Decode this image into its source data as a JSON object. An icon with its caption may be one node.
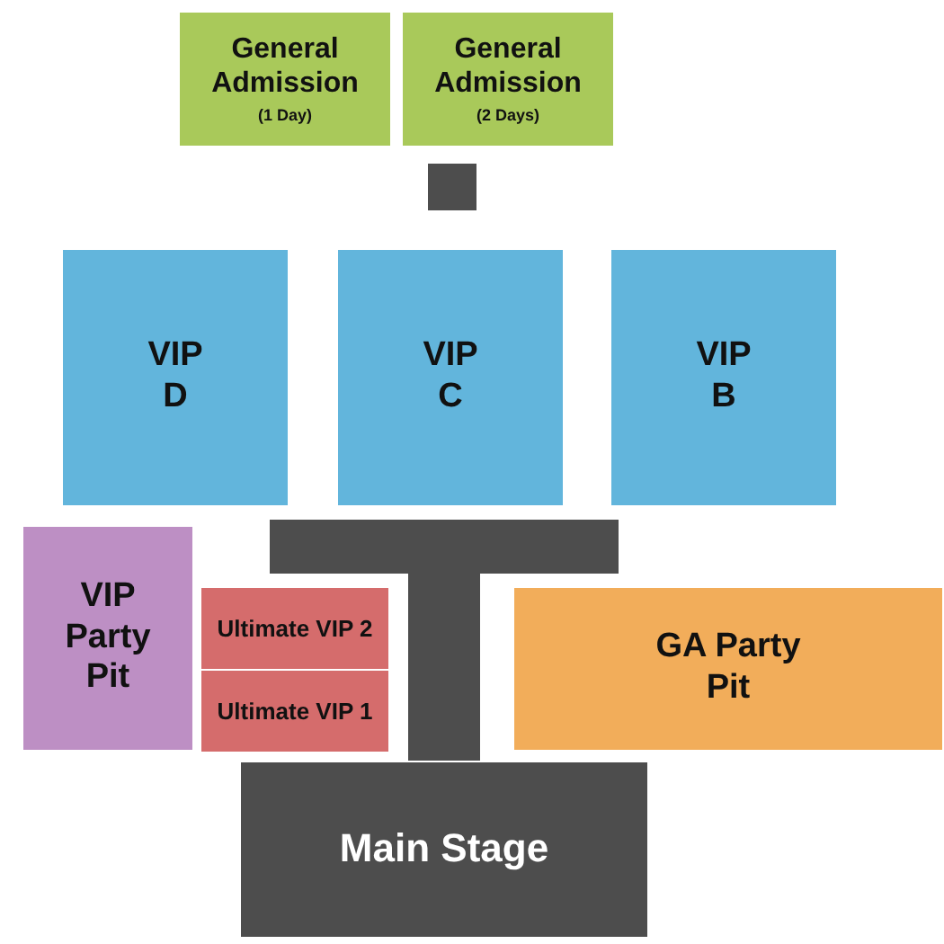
{
  "diagram": {
    "nodes": [
      {
        "text": [
          "General Admission",
          "(1 Day)"
        ]
      },
      {
        "text": [
          "General Admission",
          "(2 Days)"
        ]
      },
      {
        "text": [],
        "shape": "box"
      },
      {
        "text": [
          "VIP D"
        ]
      },
      {
        "text": [
          "VIP C"
        ]
      },
      {
        "text": [
          "VIP B"
        ]
      },
      {
        "text": [],
        "shape": "bar"
      },
      {
        "text": [
          "VIP Party Pit"
        ]
      },
      {
        "text": [
          "Ultimate VIP 2"
        ]
      },
      {
        "text": [
          "Ultimate VIP 1"
        ]
      },
      {
        "text": [
          "GA Party Pit"
        ]
      },
      {
        "text": [
          "Main Stage"
        ]
      }
    ]
  }
}
